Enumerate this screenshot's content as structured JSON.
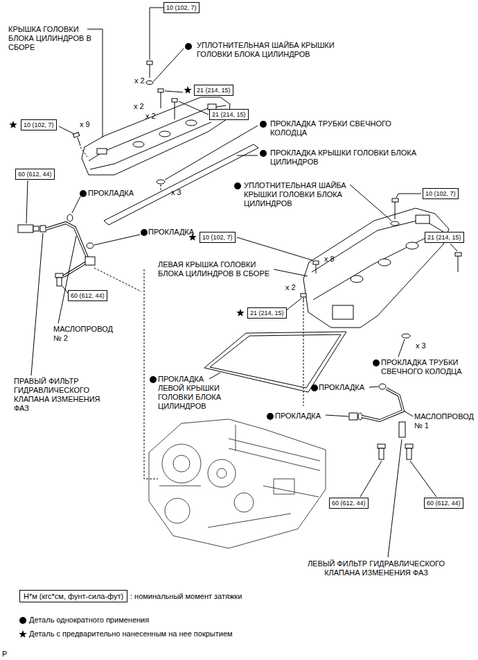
{
  "diagram": {
    "nodes": [
      {
        "text": [
          "10 (102, 7)"
        ]
      },
      {
        "text": [
          "21 (214, 15)"
        ]
      },
      {
        "text": [
          "21 (214, 15)"
        ]
      },
      {
        "text": [
          "10 (102, 7)"
        ]
      },
      {
        "text": [
          "60 (612, 44)"
        ]
      },
      {
        "text": [
          "10 (102, 7)"
        ]
      },
      {
        "text": [
          "10 (102, 7)"
        ]
      },
      {
        "text": [
          "21 (214, 15)"
        ]
      },
      {
        "text": [
          "60 (612, 44)"
        ]
      },
      {
        "text": [
          "21 (214, 15)"
        ]
      },
      {
        "text": [
          "60 (612, 44)"
        ]
      },
      {
        "text": [
          "60 (612, 44)"
        ]
      },
      {
        "text": [
          "Н*м (кгс*см, фунт-сила-фут)"
        ]
      }
    ],
    "labels": [
      "КРЫШКА ГОЛОВКИ БЛОКА ЦИЛИНДРОВ В СБОРЕ",
      "УПЛОТНИТЕЛЬНАЯ ШАЙБА КРЫШКИ ГОЛОВКИ БЛОКА ЦИЛИНДРОВ",
      "x 2",
      "x 2",
      "x 2",
      "x 9",
      "ПРОКЛАДКА ТРУБКИ СВЕЧНОГО КОЛОДЦА",
      "ПРОКЛАДКА КРЫШКИ ГОЛОВКИ БЛОКА ЦИЛИНДРОВ",
      "ПРОКЛАДКА",
      "x 3",
      "УПЛОТНИТЕЛЬНАЯ ШАЙБА КРЫШКИ ГОЛОВКИ БЛОКА ЦИЛИНДРОВ",
      "ПРОКЛАДКА",
      "x 8",
      "ЛЕВАЯ КРЫШКА ГОЛОВКИ БЛОКА ЦИЛИНДРОВ В СБОРЕ",
      "x 2",
      "МАСЛОПРОВОД № 2",
      "x 3",
      "ПРОКЛАДКА ТРУБКИ СВЕЧНОГО КОЛОДЦА",
      "ПРАВЫЙ ФИЛЬТР ГИДРАВЛИЧЕСКОГО КЛАПАНА ИЗМЕНЕНИЯ ФАЗ",
      "ПРОКЛАДКА ЛЕВОЙ КРЫШКИ ГОЛОВКИ БЛОКА ЦИЛИНДРОВ",
      "ПРОКЛАДКА",
      "ПРОКЛАДКА",
      "МАСЛОПРОВОД № 1",
      "ЛЕВЫЙ ФИЛЬТР ГИДРАВЛИЧЕСКОГО КЛАПАНА ИЗМЕНЕНИЯ ФАЗ",
      "P"
    ],
    "legend": [
      {
        "text": ": номинальный момент затяжки"
      },
      {
        "text": "Деталь однократного применения"
      },
      {
        "text": "Деталь с предварительно нанесенным на нее покрытием"
      }
    ]
  }
}
